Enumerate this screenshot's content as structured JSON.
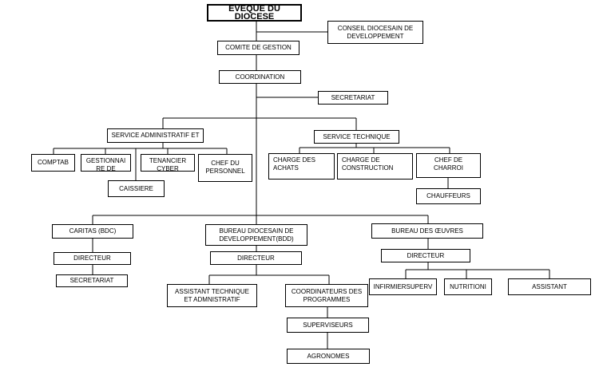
{
  "nodes": {
    "eveque": "EVEQUE DU DIOCESE",
    "conseil": "CONSEIL DIOCESAIN DE DEVELOPPEMENT",
    "comite": "COMITE DE GESTION",
    "coordination": "COORDINATION",
    "secretariat_top": "SECRETARIAT",
    "service_admin": "SERVICE ADMINISTRATIF ET",
    "service_tech": "SERVICE TECHNIQUE",
    "comptab": "COMPTAB",
    "gestionnaire": "GESTIONNAI RE DE STOCK",
    "tenancier": "TENANCIER CYBER",
    "chef_personnel": "CHEF DU PERSONNEL",
    "caissiere": "CAISSIERE",
    "charge_achats": "CHARGE DES ACHATS",
    "charge_construction": "CHARGE DE CONSTRUCTION",
    "chef_charroi": "CHEF DE CHARROI",
    "chauffeurs": "CHAUFFEURS",
    "caritas": "CARITAS (BDC)",
    "caritas_directeur": "DIRECTEUR",
    "caritas_secretariat": "SECRETARIAT",
    "bureau_bdd": "BUREAU DIOCESAIN DE DEVELOPPEMENT(BDD)",
    "bdd_directeur": "DIRECTEUR",
    "assistant_technique": "ASSISTANT TECHNIQUE ET ADMNISTRATIF",
    "coordinateurs": "COORDINATEURS DES PROGRAMMES",
    "superviseurs": "SUPERVISEURS",
    "agronomes": "AGRONOMES",
    "bureau_oeuvres": "BUREAU DES ŒUVRES",
    "oeuvres_directeur": "DIRECTEUR",
    "infirmier": "INFIRMIERSUPERV",
    "nutrition": "NUTRITIONI",
    "assistant": "ASSISTANT"
  }
}
